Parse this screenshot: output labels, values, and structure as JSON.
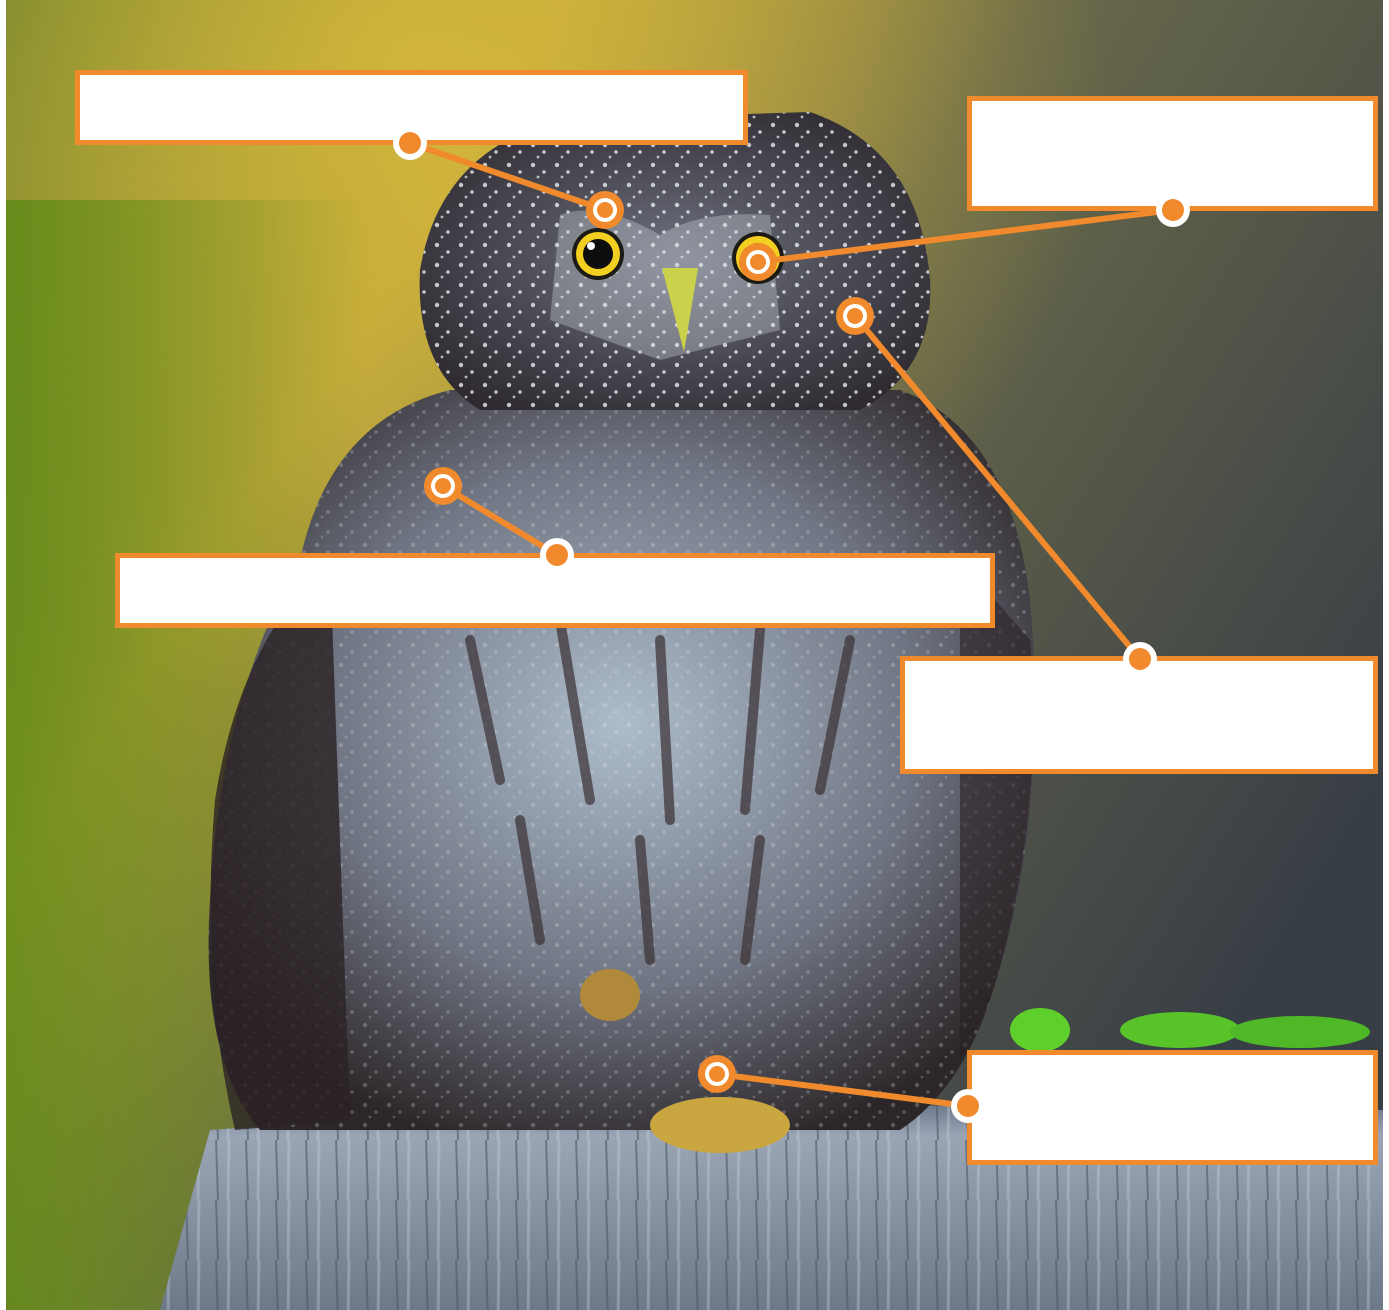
{
  "image": {
    "subject": "owl-on-stump",
    "colors": {
      "accent": "#f08a2c",
      "label_fill": "#ffffff",
      "background_top": "#b8a33a",
      "background_left": "#6e8a1e",
      "background_right": "#3a4048",
      "feather_dark": "#3c3034",
      "feather_light": "#d8e2ea",
      "eye_iris": "#f2cf20",
      "beak": "#c9d24a",
      "moss": "#5fcf2c",
      "stump": "#8592a4"
    }
  },
  "labels": [
    {
      "id": "label-1",
      "text": ""
    },
    {
      "id": "label-2",
      "text": ""
    },
    {
      "id": "label-3",
      "text": ""
    },
    {
      "id": "label-4",
      "text": ""
    },
    {
      "id": "label-5",
      "text": ""
    }
  ],
  "pointers": [
    {
      "id": "pointer-1",
      "target": "left-eye"
    },
    {
      "id": "pointer-2",
      "target": "right-eye"
    },
    {
      "id": "pointer-3",
      "target": "breast-feathers"
    },
    {
      "id": "pointer-4",
      "target": "facial-disc"
    },
    {
      "id": "pointer-5",
      "target": "talons"
    }
  ]
}
